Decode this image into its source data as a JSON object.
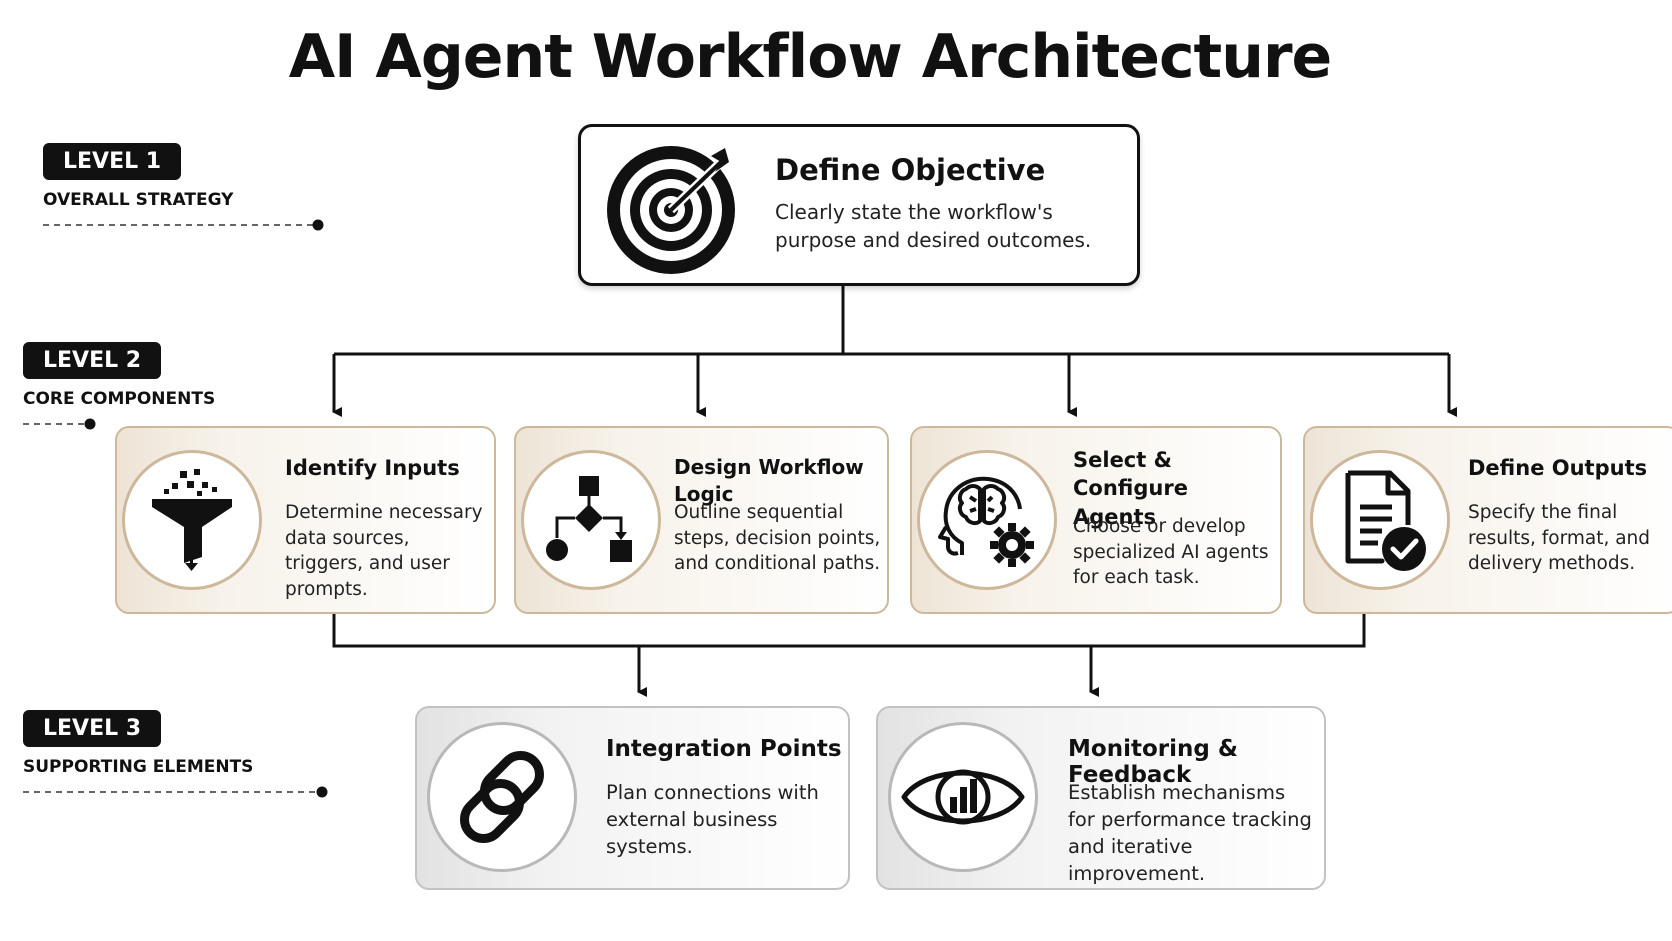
{
  "title": "AI Agent Workflow Architecture",
  "levels": [
    {
      "badge": "LEVEL 1",
      "subtitle": "OVERALL STRATEGY"
    },
    {
      "badge": "LEVEL 2",
      "subtitle": "CORE COMPONENTS"
    },
    {
      "badge": "LEVEL 3",
      "subtitle": "SUPPORTING ELEMENTS"
    }
  ],
  "objective": {
    "icon": "target-icon",
    "title": "Define Objective",
    "text": "Clearly state the workflow's purpose and desired outcomes."
  },
  "core": [
    {
      "icon": "funnel-icon",
      "title": "Identify Inputs",
      "text": "Determine necessary data sources, triggers, and user prompts."
    },
    {
      "icon": "flowchart-icon",
      "title": "Design Workflow Logic",
      "text": "Outline sequential steps, decision points, and conditional paths."
    },
    {
      "icon": "brain-gear-icon",
      "title": "Select & Configure Agents",
      "text": "Choose or develop specialized AI agents for each task."
    },
    {
      "icon": "document-check-icon",
      "title": "Define Outputs",
      "text": "Specify the final results, format, and delivery methods."
    }
  ],
  "supporting": [
    {
      "icon": "chain-link-icon",
      "title": "Integration Points",
      "text": "Plan connections with external business systems."
    },
    {
      "icon": "eye-chart-icon",
      "title": "Monitoring & Feedback",
      "text": "Establish mechanisms for performance tracking and iterative improvement."
    }
  ],
  "colors": {
    "ink": "#111111",
    "core_border": "#cdb89c",
    "support_border": "#c2c2c2"
  }
}
